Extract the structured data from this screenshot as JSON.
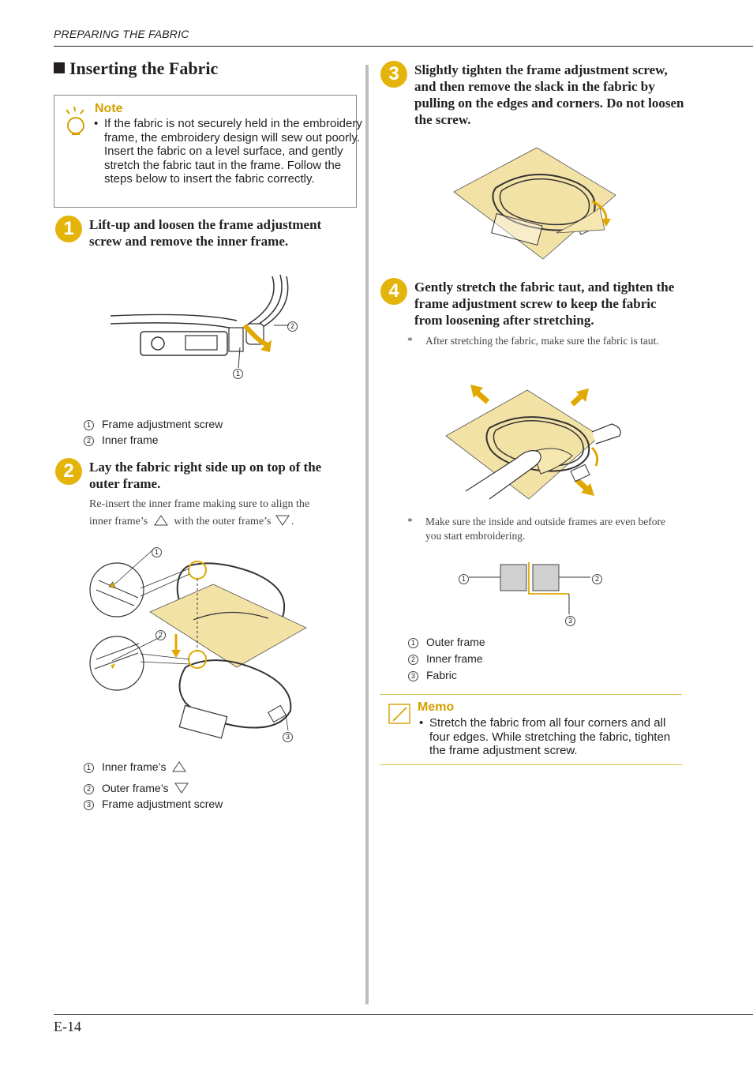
{
  "header": {
    "section": "PREPARING THE FABRIC"
  },
  "title": "Inserting the Fabric",
  "note": {
    "label": "Note",
    "bullets": [
      "If the fabric is not securely held in the embroidery frame, the embroidery design will sew out poorly. Insert the fabric on a level surface, and gently stretch the fabric taut in the frame. Follow the steps below to insert the fabric correctly."
    ]
  },
  "steps": [
    {
      "number": "1",
      "text": "Lift-up and loosen the frame adjustment screw and remove the inner frame."
    },
    {
      "number": "2",
      "text": "Lay the fabric right side up on top of the outer frame.",
      "body_part1": "Re-insert the inner frame making sure to align the",
      "body_part2": "inner frame’s",
      "body_part3": "with the outer frame’s",
      "body_part4": "."
    },
    {
      "number": "3",
      "text": "Slightly tighten the frame adjustment screw, and then remove the slack in the fabric by pulling on the edges and corners. Do not loosen the screw."
    },
    {
      "number": "4",
      "text": "Gently stretch the fabric taut, and tighten the frame adjustment screw to keep the fabric from loosening after stretching.",
      "note1": "After stretching the fabric, make sure the fabric is taut.",
      "note2": "Make sure the inside and outside frames are even before you start embroidering."
    }
  ],
  "asterisk": "*",
  "legend1": [
    {
      "num": "1",
      "label": "Frame adjustment screw"
    },
    {
      "num": "2",
      "label": "Inner frame"
    }
  ],
  "legend2": [
    {
      "num": "1",
      "label": "Inner frame’s"
    },
    {
      "num": "2",
      "label": "Outer frame’s"
    },
    {
      "num": "3",
      "label": "Frame adjustment screw"
    }
  ],
  "legend3": [
    {
      "num": "1",
      "label": "Outer frame"
    },
    {
      "num": "2",
      "label": "Inner frame"
    },
    {
      "num": "3",
      "label": "Fabric"
    }
  ],
  "callouts": {
    "c1": "1",
    "c2": "2",
    "c3": "3"
  },
  "memo": {
    "label": "Memo",
    "bullets": [
      "Stretch the fabric from all four corners and all four edges. While stretching the fabric, tighten the frame adjustment screw."
    ]
  },
  "footer": {
    "page": "E-14"
  },
  "colors": {
    "accent": "#e4b40a",
    "fabric": "#f3e2a6",
    "arrow": "#e0a800"
  }
}
